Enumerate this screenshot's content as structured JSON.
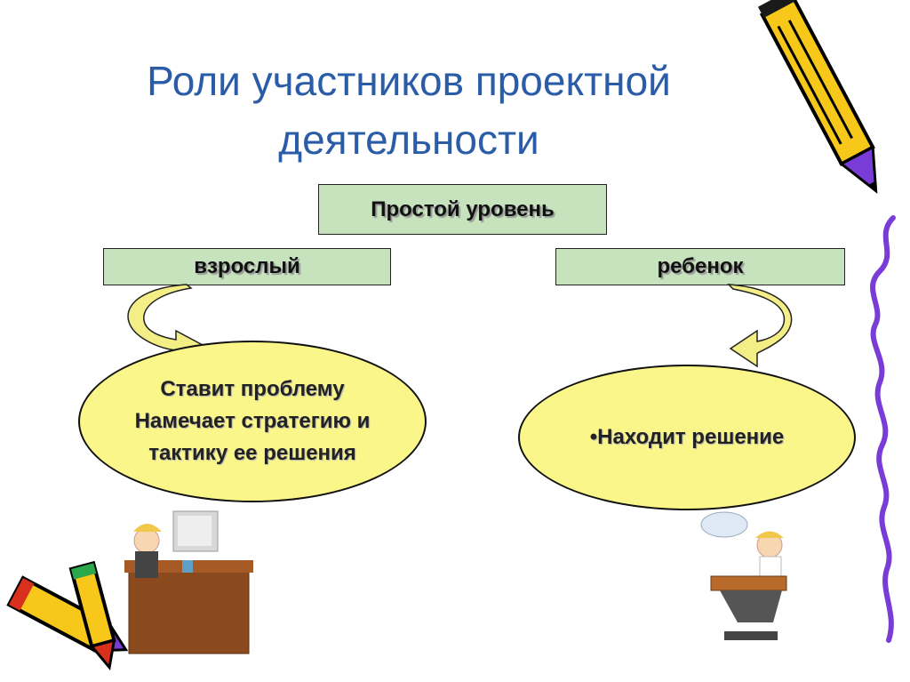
{
  "slide": {
    "title": "Роли участников проектной деятельности",
    "level_label": "Простой уровень",
    "roles": {
      "adult": {
        "label": "взрослый",
        "tasks": [
          "Ставит проблему",
          "Намечает стратегию и",
          "тактику ее решения"
        ]
      },
      "child": {
        "label": "ребенок",
        "tasks": [
          "•Находит решение"
        ]
      }
    }
  },
  "colors": {
    "title": "#2a5ca8",
    "box_fill": "#c6e3bd",
    "ellipse_fill": "#fbf68a",
    "arrow_fill": "#f3ee86",
    "squiggle": "#7a3cd6"
  },
  "decorations": {
    "icons": [
      "pencil-icon",
      "pencil-icon",
      "teacher-at-computer-icon",
      "child-at-desk-icon",
      "squiggle-line-icon"
    ]
  }
}
